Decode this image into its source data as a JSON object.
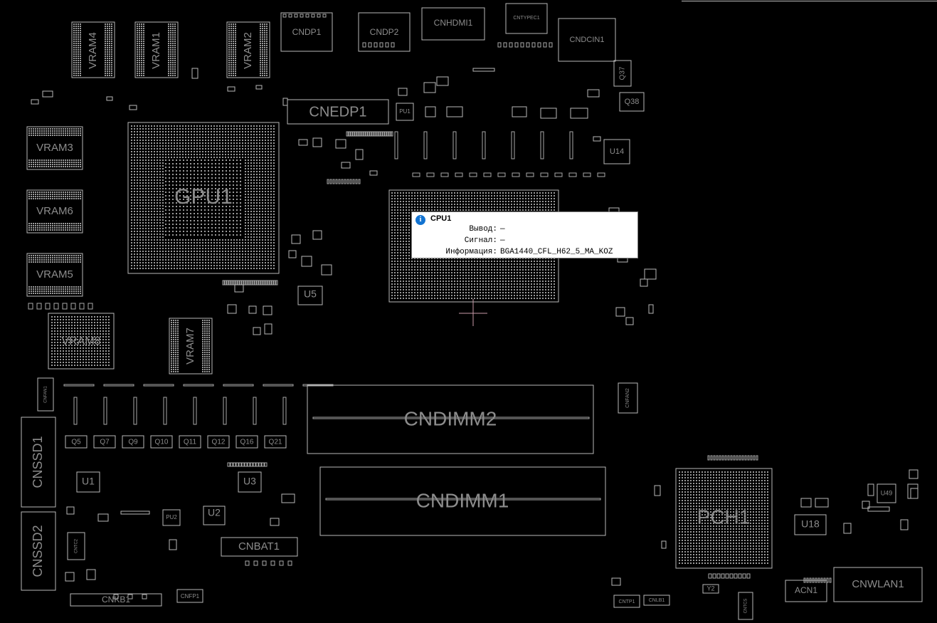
{
  "viewer": {
    "tooltip": {
      "title": "CPU1",
      "rows": [
        {
          "key": "Вывод:",
          "value": "—"
        },
        {
          "key": "Сигнал:",
          "value": "—"
        },
        {
          "key": "Информация:",
          "value": "BGA1440_CFL_H62_5_MA_KOZ"
        }
      ],
      "icon": "info-icon",
      "icon_color": "#1273d1"
    },
    "cursor": {
      "icon": "crosshair-icon",
      "color": "#c89aa8"
    }
  },
  "colors": {
    "background": "#000000",
    "outline": "#b8b8b8",
    "label": "#8c8c8c"
  },
  "components": {
    "gpu1": "GPU1",
    "vram1": "VRAM1",
    "vram2": "VRAM2",
    "vram3": "VRAM3",
    "vram4": "VRAM4",
    "vram5": "VRAM5",
    "vram6": "VRAM6",
    "vram7": "VRAM7",
    "vram8": "VRAM8",
    "cnedp1": "CNEDP1",
    "cndp1": "CNDP1",
    "cndp2": "CNDP2",
    "cnhdmi1": "CNHDMI1",
    "cntypec1": "CNTYPEC1",
    "cndcin1": "CNDCIN1",
    "cndimm1": "CNDIMM1",
    "cndimm2": "CNDIMM2",
    "cnssd1": "CNSSD1",
    "cnssd2": "CNSSD2",
    "cnbat1": "CNBAT1",
    "cnkb1": "CNKB1",
    "cnfp1": "CNFP1",
    "cnfan1": "CNFAN1",
    "cnfan2": "CNFAN2",
    "cntp1": "CNTP1",
    "cnlb1": "CNLB1",
    "cnwlan1": "CNWLAN1",
    "acn1": "ACN1",
    "cntcs": "CNTCS",
    "cntc2": "CNTC2",
    "pch1": "PCH1",
    "u1": "U1",
    "u2": "U2",
    "u3": "U3",
    "u5": "U5",
    "u14": "U14",
    "u18": "U18",
    "u49": "U49",
    "q37": "Q37",
    "q38": "Q38",
    "y2": "Y2",
    "pu1": "PU1",
    "pu2": "PU2",
    "q_row": [
      "Q5",
      "Q7",
      "Q9",
      "Q10",
      "Q11",
      "Q12",
      "Q16",
      "Q21"
    ]
  }
}
